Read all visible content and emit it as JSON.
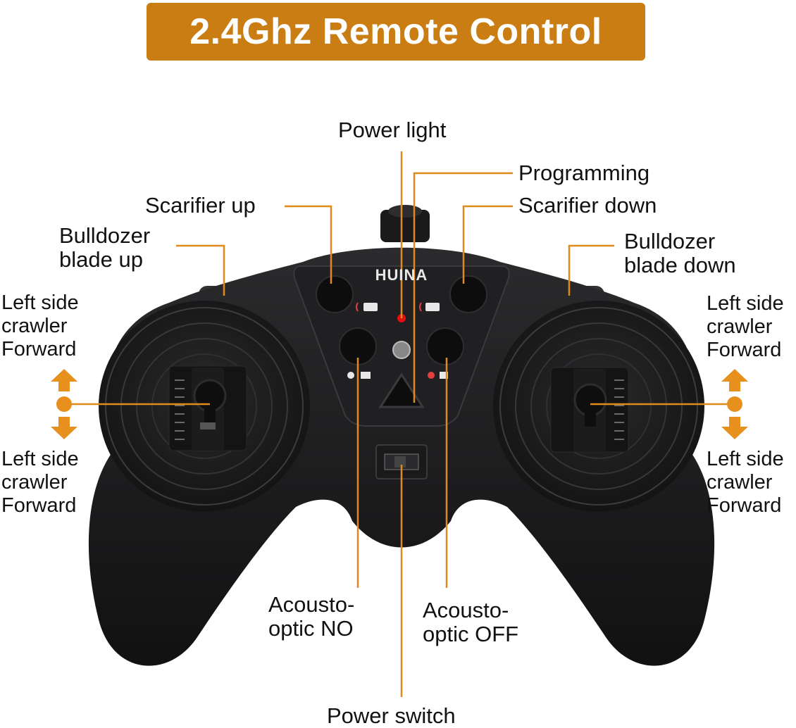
{
  "title": "2.4Ghz Remote Control",
  "brand_logo": "HUINA",
  "colors": {
    "banner": "#c97d12",
    "callout_line": "#e08a1c",
    "arrow": "#e8901e",
    "controller": "#1c1c1e",
    "power_led": "#e01010"
  },
  "labels": {
    "power_light": "Power light",
    "programming": "Programming",
    "scarifier_up": "Scarifier up",
    "scarifier_down": "Scarifier down",
    "bulldozer_blade_up": [
      "Bulldozer",
      "blade up"
    ],
    "bulldozer_blade_down": [
      "Bulldozer",
      "blade down"
    ],
    "left_forward_top": [
      "Left side",
      "crawler",
      "Forward"
    ],
    "left_forward_bottom": [
      "Left side",
      "crawler",
      "Forward"
    ],
    "right_forward_top": [
      "Left side",
      "crawler",
      "Forward"
    ],
    "right_forward_bottom": [
      "Left side",
      "crawler",
      "Forward"
    ],
    "acousto_optic_on": [
      "Acousto-",
      "optic NO"
    ],
    "acousto_optic_off": [
      "Acousto-",
      "optic OFF"
    ],
    "power_switch": "Power switch"
  },
  "icons": [
    "direction-arrows-icon",
    "bulldozer-icon",
    "light-sound-icon",
    "mute-icon",
    "power-switch-icon"
  ]
}
